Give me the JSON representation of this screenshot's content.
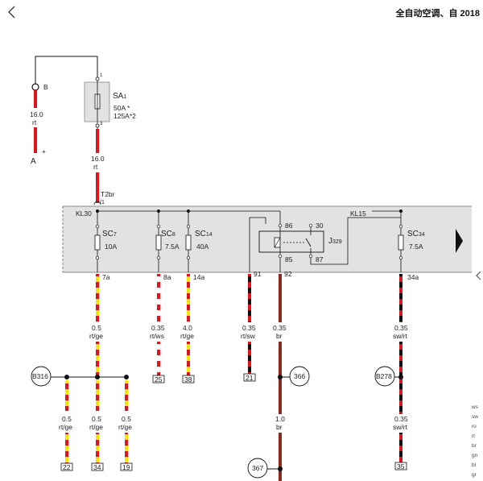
{
  "header": {
    "title": "全自动空调、自 2018"
  },
  "connector_b": {
    "label": "B",
    "wire_size": "16.0",
    "wire_color": "rt",
    "plus": "+",
    "terminal": "A"
  },
  "fuse_sa1": {
    "name_main": "SA",
    "name_sub": "1",
    "rating_line1": "50A *",
    "rating_line2": "125A*2",
    "pin_top": "1",
    "pin_bottom": "3"
  },
  "wire_sa1_out": {
    "size": "16.0",
    "color": "rt"
  },
  "t2br": {
    "label": "T2br",
    "pin": "/1"
  },
  "box": {
    "kl30": "KL30",
    "kl15": "KL15",
    "fuses": [
      {
        "main": "SC",
        "sub": "7",
        "rating": "10A",
        "pin": "7a"
      },
      {
        "main": "SC",
        "sub": "8",
        "rating": "7.5A",
        "pin": "8a"
      },
      {
        "main": "SC",
        "sub": "14",
        "rating": "40A",
        "pin": "14a"
      },
      {
        "main": "SC",
        "sub": "34",
        "rating": "7.5A",
        "pin": "34a"
      }
    ],
    "relay": {
      "main": "J",
      "sub": "329",
      "pin86": "86",
      "pin30": "30",
      "pin85": "85",
      "pin87": "87"
    },
    "out_pins": {
      "p91": "91",
      "p92": "92"
    }
  },
  "wires": [
    {
      "id": "w7a",
      "size": "0.5",
      "color": "rt/ge"
    },
    {
      "id": "w8a",
      "size": "0.35",
      "color": "rt/ws"
    },
    {
      "id": "w14a",
      "size": "4.0",
      "color": "rt/ge"
    },
    {
      "id": "w91",
      "size": "0.35",
      "color": "rt/sw"
    },
    {
      "id": "w92",
      "size": "0.35",
      "color": "br"
    },
    {
      "id": "w34a",
      "size": "0.35",
      "color": "sw/rt"
    }
  ],
  "lower_wires": [
    {
      "id": "b1",
      "size": "0.5",
      "color": "rt/ge"
    },
    {
      "id": "b2",
      "size": "0.5",
      "color": "rt/ge"
    },
    {
      "id": "b3",
      "size": "0.5",
      "color": "rt/ge"
    },
    {
      "id": "b4",
      "size": "1.0",
      "color": "br"
    },
    {
      "id": "b5",
      "size": "0.35",
      "color": "sw/rt"
    }
  ],
  "nodes": {
    "b316": "B316",
    "n366": "366",
    "b278": "B278",
    "n367": "367"
  },
  "terminals": {
    "t25": "25",
    "t38": "38",
    "t21": "21",
    "t22": "22",
    "t34": "34",
    "t19": "19",
    "t35": "35"
  },
  "legend": [
    "ws",
    "sw",
    "ro",
    "rt",
    "br",
    "gn",
    "bl",
    "gr"
  ],
  "colors": {
    "red": "#e0141b",
    "yellow": "#f5e600",
    "black": "#111111",
    "white": "#ffffff",
    "brown": "#8a2a1e",
    "box": "#e2e2e2"
  },
  "icons": {
    "back": "chevron-left-icon",
    "next": "triangle-right-icon",
    "side": "chevron-left-icon"
  }
}
